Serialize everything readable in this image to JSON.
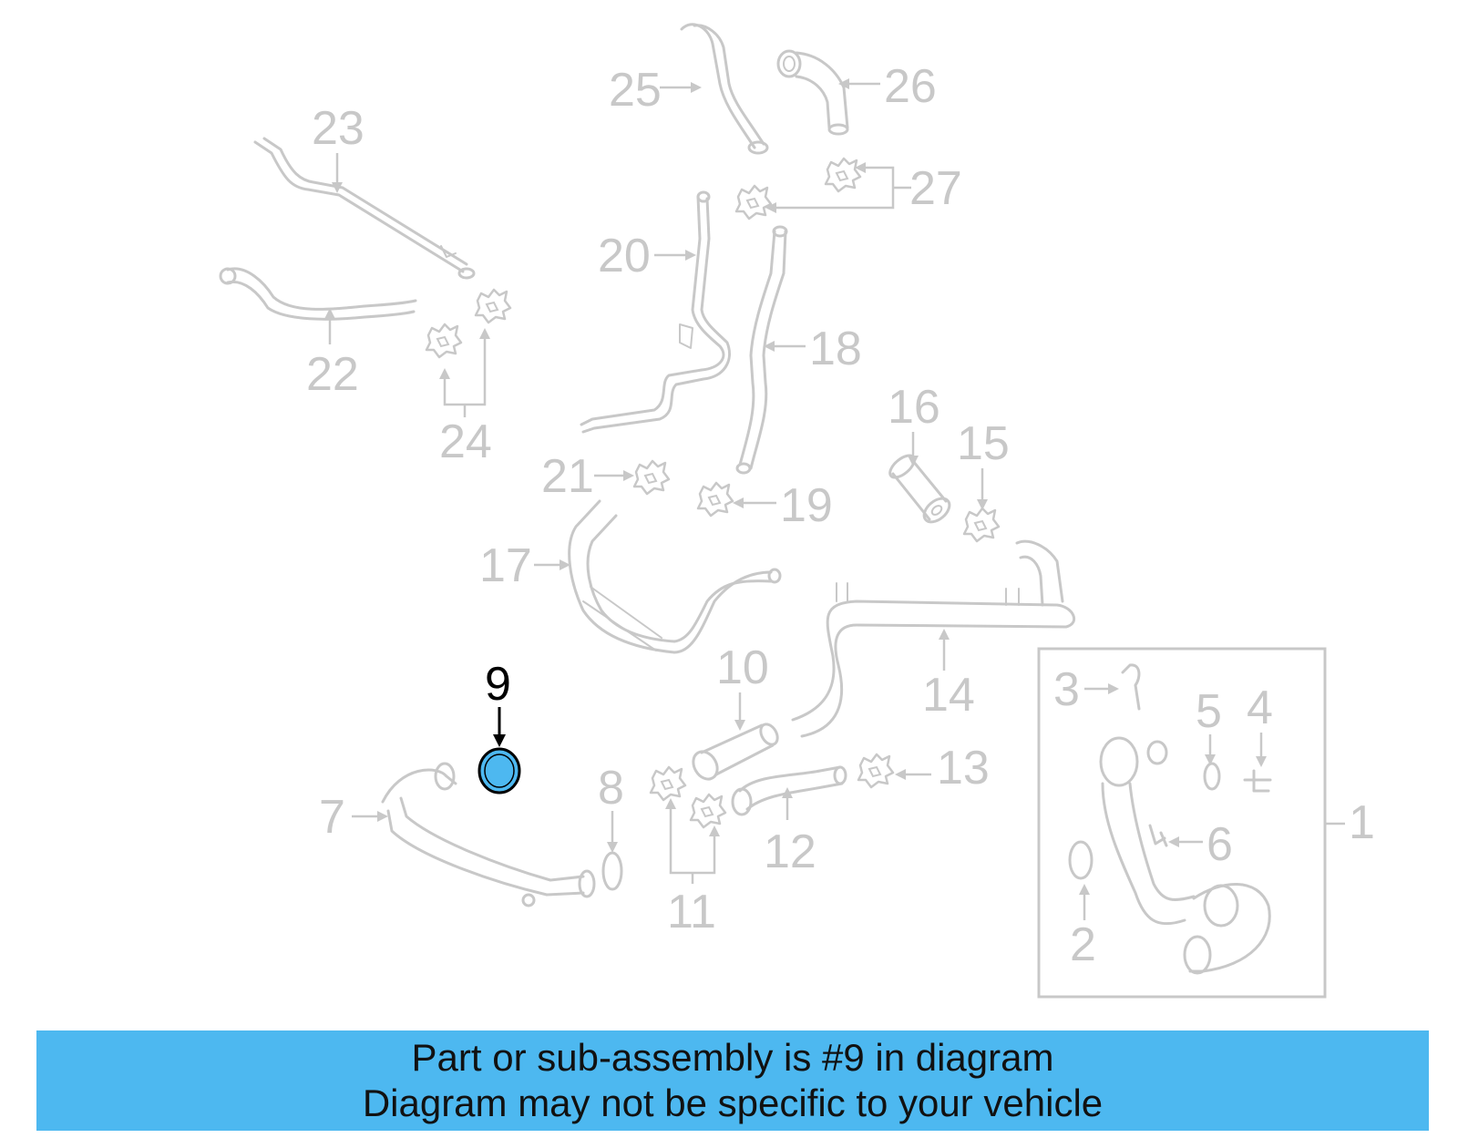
{
  "diagram": {
    "callouts": [
      {
        "id": "1",
        "label": "1"
      },
      {
        "id": "2",
        "label": "2"
      },
      {
        "id": "3",
        "label": "3"
      },
      {
        "id": "4",
        "label": "4"
      },
      {
        "id": "5",
        "label": "5"
      },
      {
        "id": "6",
        "label": "6"
      },
      {
        "id": "7",
        "label": "7"
      },
      {
        "id": "8",
        "label": "8"
      },
      {
        "id": "9",
        "label": "9"
      },
      {
        "id": "10",
        "label": "10"
      },
      {
        "id": "11",
        "label": "11"
      },
      {
        "id": "12",
        "label": "12"
      },
      {
        "id": "13",
        "label": "13"
      },
      {
        "id": "14",
        "label": "14"
      },
      {
        "id": "15",
        "label": "15"
      },
      {
        "id": "16",
        "label": "16"
      },
      {
        "id": "17",
        "label": "17"
      },
      {
        "id": "18",
        "label": "18"
      },
      {
        "id": "19",
        "label": "19"
      },
      {
        "id": "20",
        "label": "20"
      },
      {
        "id": "21",
        "label": "21"
      },
      {
        "id": "22",
        "label": "22"
      },
      {
        "id": "23",
        "label": "23"
      },
      {
        "id": "24",
        "label": "24"
      },
      {
        "id": "25",
        "label": "25"
      },
      {
        "id": "26",
        "label": "26"
      },
      {
        "id": "27",
        "label": "27"
      }
    ],
    "highlighted_part": "9",
    "highlight_color": "#4db8f0",
    "part_line_color": "#c8c8c8"
  },
  "banner": {
    "line1": "Part or sub-assembly is #9 in diagram",
    "line2": "Diagram may not be specific to your vehicle",
    "background": "#4db8f0"
  }
}
